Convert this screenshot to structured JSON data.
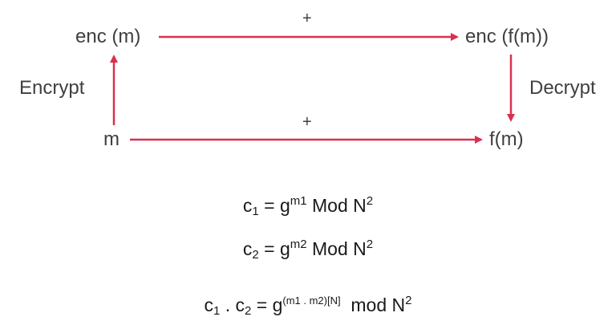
{
  "diagram": {
    "nodes": {
      "top_left": "enc (m)",
      "top_right": "enc (f(m))",
      "bottom_left": "m",
      "bottom_right": "f(m)"
    },
    "edge_labels": {
      "encrypt": "Encrypt",
      "decrypt": "Decrypt",
      "top_op": "+",
      "bottom_op": "+"
    },
    "colors": {
      "arrow": "#d9304f",
      "text": "#3f3f3f"
    }
  },
  "equations": {
    "eq1": {
      "lhs": "c",
      "lhs_sub": "1",
      "equals": "= g",
      "exp": "m1",
      "mod": "Mod N",
      "mod_exp": "2"
    },
    "eq2": {
      "lhs": "c",
      "lhs_sub": "2",
      "equals": "= g",
      "exp": "m2",
      "mod": "Mod N",
      "mod_exp": "2"
    },
    "eq3": {
      "lhs1": "c",
      "lhs1_sub": "1",
      "dot": ". c",
      "lhs2_sub": "2",
      "equals": "= g",
      "exp": "(m1 . m2)[N]",
      "mod": "mod N",
      "mod_exp": "2"
    }
  }
}
